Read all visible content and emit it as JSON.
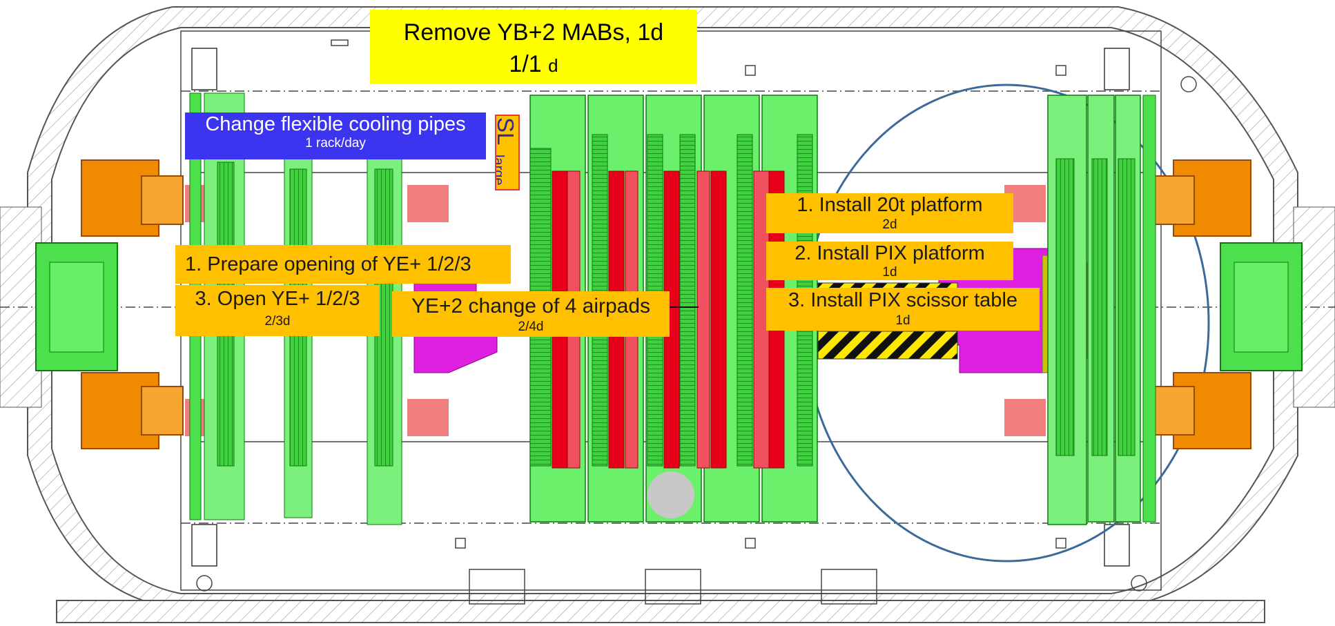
{
  "labels": {
    "title": {
      "main": "Remove YB+2 MABs, 1d",
      "sub_value": "1/1",
      "sub_unit": "d"
    },
    "cooling": {
      "main": "Change flexible cooling pipes",
      "sub": "1 rack/day"
    },
    "sl": {
      "main": "SL",
      "sub": "large"
    },
    "prepare": {
      "main": "1. Prepare opening of YE+ 1/2/3"
    },
    "open": {
      "main": "3. Open YE+  1/2/3",
      "sub": "2/3d"
    },
    "airpads": {
      "main": "YE+2 change of 4 airpads",
      "sub": "2/4d"
    },
    "platform1": {
      "main": "1.   Install 20t platform",
      "sub": "2d"
    },
    "platform2": {
      "main": "2. Install PIX platform",
      "sub": "1d"
    },
    "platform3": {
      "main": "3. Install PIX scissor table",
      "sub": "1d"
    }
  },
  "colors": {
    "title_bg": "#ffff00",
    "task_bg": "#ffc000",
    "cooling_bg": "#3b35f0",
    "structure_green": "#5cf55c",
    "coil_red": "#e8001a",
    "support_orange": "#f08a00",
    "magenta_part": "#e020e0",
    "circle_stroke": "#3a6a9a",
    "cavern_outline": "#555555"
  },
  "icons": [
    "hatch-warning-icon",
    "grey-disc-icon",
    "crane-rail-icon"
  ]
}
